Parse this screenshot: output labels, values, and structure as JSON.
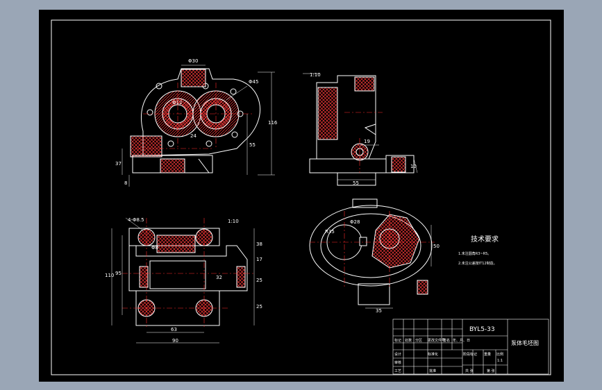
{
  "colors": {
    "background": "#9aa6b6",
    "sheet": "#000000",
    "lines": "#ffffff",
    "centerlines": "#ff2a2a",
    "hatch": "#ff3b3b"
  },
  "views": {
    "front": {
      "dims": [
        "Φ30",
        "Φ45",
        "116",
        "55",
        "24",
        "37",
        "8",
        "Φ12"
      ]
    },
    "side": {
      "scale": "1:10",
      "dims": [
        "19",
        "55",
        "10"
      ]
    },
    "plan": {
      "scale": "1:10",
      "dims": [
        "4-Φ8.5",
        "Φ8",
        "110",
        "95",
        "38",
        "17",
        "25",
        "32",
        "25",
        "63",
        "90"
      ]
    },
    "section": {
      "dims": [
        "R35",
        "Φ28",
        "50",
        "35"
      ]
    }
  },
  "notes": {
    "title": "技术要求",
    "items": [
      "1.未注圆角R3~R5。",
      "2.未注公差按IT12制造。"
    ]
  },
  "title_block": {
    "drawing_no": "BYL5-33",
    "name": "泵体毛坯图",
    "row_labels": [
      "标记",
      "设计",
      "审核",
      "工艺"
    ],
    "header_cells": [
      "处数",
      "分区",
      "更改文件号",
      "签名",
      "年、月、日"
    ],
    "mid_cells": [
      "标准化",
      "阶段标记",
      "重量",
      "比例"
    ],
    "scale": "1:1",
    "bottom_cells": [
      "批准",
      "共 张",
      "第 张"
    ]
  }
}
